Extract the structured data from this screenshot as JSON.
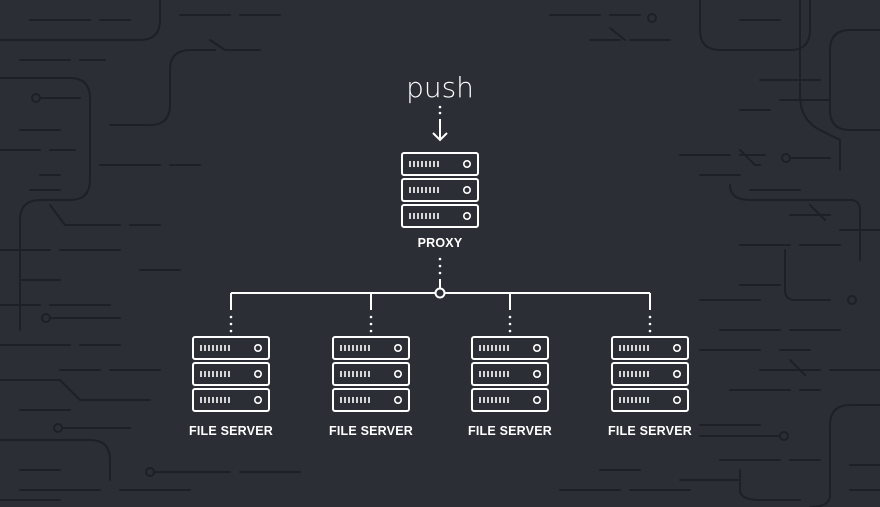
{
  "diagram": {
    "trigger_label": "push",
    "proxy": {
      "label": "PROXY"
    },
    "file_servers": [
      {
        "label": "FILE SERVER"
      },
      {
        "label": "FILE SERVER"
      },
      {
        "label": "FILE SERVER"
      },
      {
        "label": "FILE SERVER"
      }
    ]
  },
  "colors": {
    "background": "#2b2f35",
    "foreground": "#ffffff",
    "circuit_pattern": "#1d2024"
  }
}
